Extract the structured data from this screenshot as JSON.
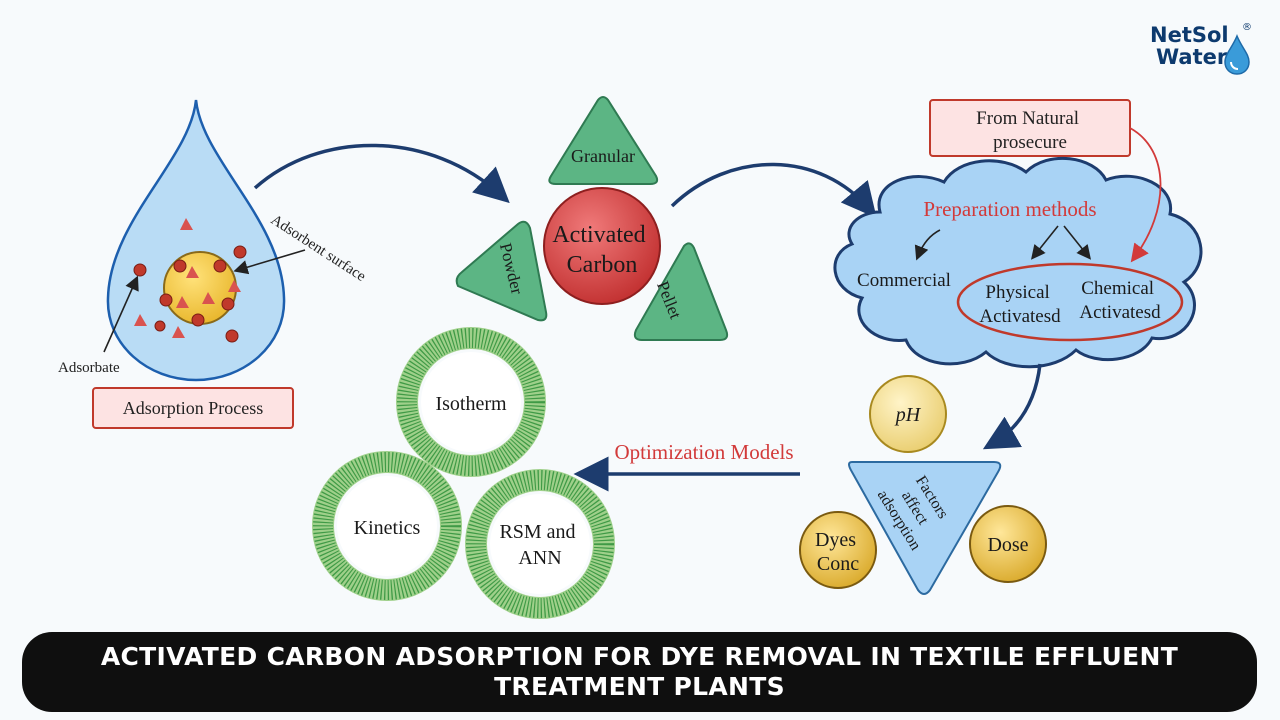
{
  "brand": {
    "line1": "NetSol",
    "line2": "Water",
    "mark": "®"
  },
  "diagram": {
    "adsorbent_surface": "Adsorbent surface",
    "adsorbate": "Adsorbate",
    "adsorption_process": "Adsorption Process",
    "activated_carbon": [
      "Activated",
      "Carbon"
    ],
    "forms": {
      "granular": "Granular",
      "powder": "Powder",
      "pellet": "Pellet"
    },
    "natural_source": [
      "From Natural",
      "prosecure"
    ],
    "preparation_methods": "Preparation methods",
    "commercial": "Commercial",
    "physical": [
      "Physical",
      "Activatesd"
    ],
    "chemical": [
      "Chemical",
      "Activatesd"
    ],
    "factors": {
      "center": [
        "Factors",
        "affect",
        "adsorption"
      ],
      "ph": "pH",
      "dyes_conc": [
        "Dyes",
        "Conc"
      ],
      "dose": "Dose"
    },
    "optimization_models": "Optimization Models",
    "models": {
      "isotherm": "Isotherm",
      "kinetics": "Kinetics",
      "rsm_ann": [
        "RSM and",
        "ANN"
      ]
    }
  },
  "colors": {
    "drop": "#b9dcf5",
    "carbon": "#d64545",
    "green": "#5cb584",
    "cloud": "#a9d3f5",
    "gold": "#e8c24a",
    "red_text": "#d23a3a",
    "navy": "#1d3c6e"
  },
  "banner": {
    "title": "ACTIVATED CARBON ADSORPTION FOR DYE REMOVAL IN TEXTILE EFFLUENT TREATMENT PLANTS"
  }
}
